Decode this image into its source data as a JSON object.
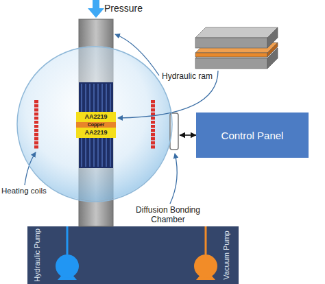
{
  "diagram": {
    "nodes": [
      {
        "text": [
          "Diffusion Bonding Chamber"
        ]
      },
      {
        "text": [
          "AA2219",
          "Copper",
          "AA2219"
        ],
        "in": 0
      },
      {
        "text": [
          "Control Panel"
        ]
      },
      {
        "text": [
          "Hydraulic Pump",
          "Vacuum Pump"
        ]
      }
    ],
    "edges": [
      {
        "from": 0,
        "to": 2,
        "arrow": "both"
      }
    ],
    "labels": [
      "Pressure",
      "Hydraulic ram",
      "Heating coils"
    ]
  }
}
